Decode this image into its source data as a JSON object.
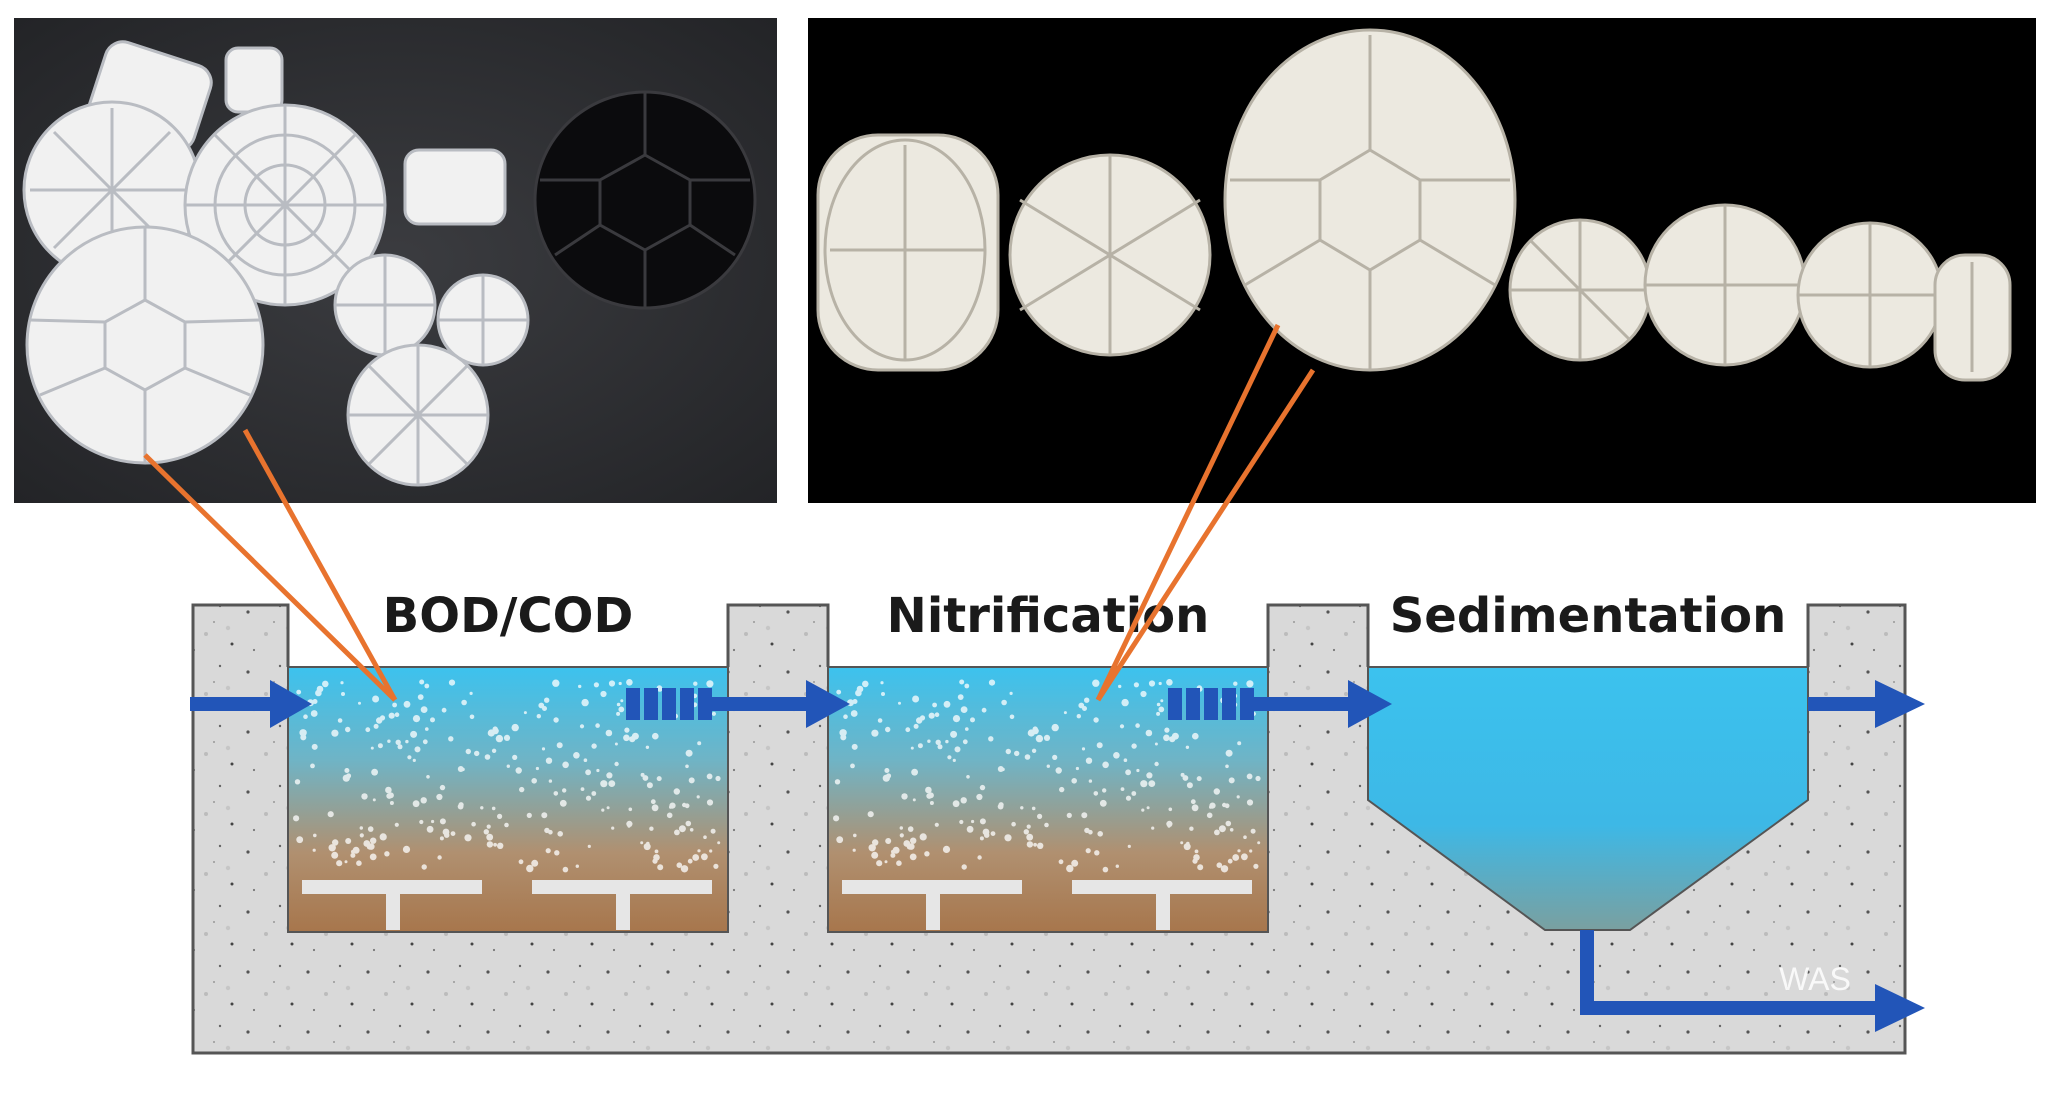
{
  "photos": [
    {
      "name": "photo-media-assortment-gray-background",
      "background": "#2f3034"
    },
    {
      "name": "photo-media-size-range-black-background",
      "background": "#000000"
    }
  ],
  "diagram": {
    "stages": [
      {
        "label": "BOD/COD"
      },
      {
        "label": "Nitrification"
      },
      {
        "label": "Sedimentation"
      }
    ],
    "outlet_label": "WAS",
    "colors": {
      "water": "#3cc2ee",
      "sludge": "#a7764c",
      "concrete": "#d8d8d8",
      "pipe": "#2255b8",
      "pointer": "#e8732e",
      "media": "#f2f2ee"
    }
  }
}
